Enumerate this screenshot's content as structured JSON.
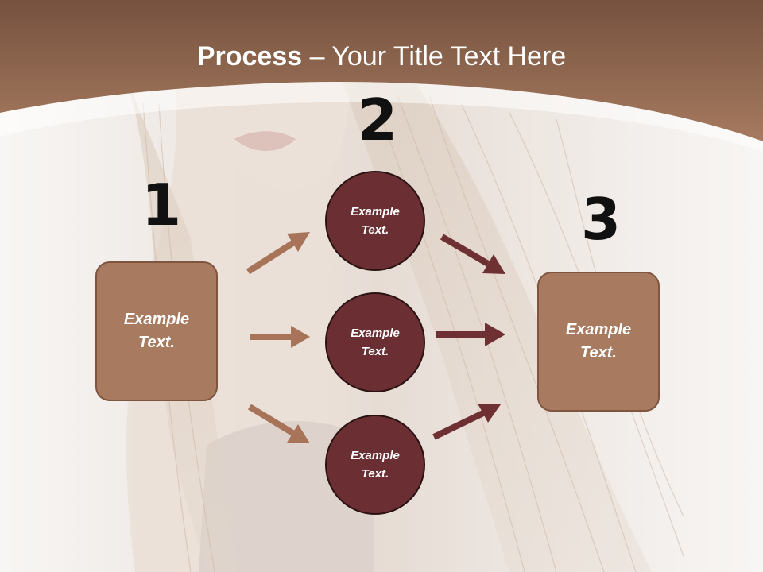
{
  "slide": {
    "title_bold": "Process",
    "title_rest": " – Your Title Text Here",
    "steps": [
      {
        "number": "1",
        "text": "Example Text."
      },
      {
        "number": "2",
        "items": [
          "Example Text.",
          "Example Text.",
          "Example Text."
        ]
      },
      {
        "number": "3",
        "text": "Example Text."
      }
    ]
  },
  "colors": {
    "header_band": "#9c6b4f",
    "box_fill": "#a87a5f",
    "circle_fill": "#6b2e32",
    "arrow_light": "#a87459",
    "arrow_dark": "#6e3033"
  }
}
